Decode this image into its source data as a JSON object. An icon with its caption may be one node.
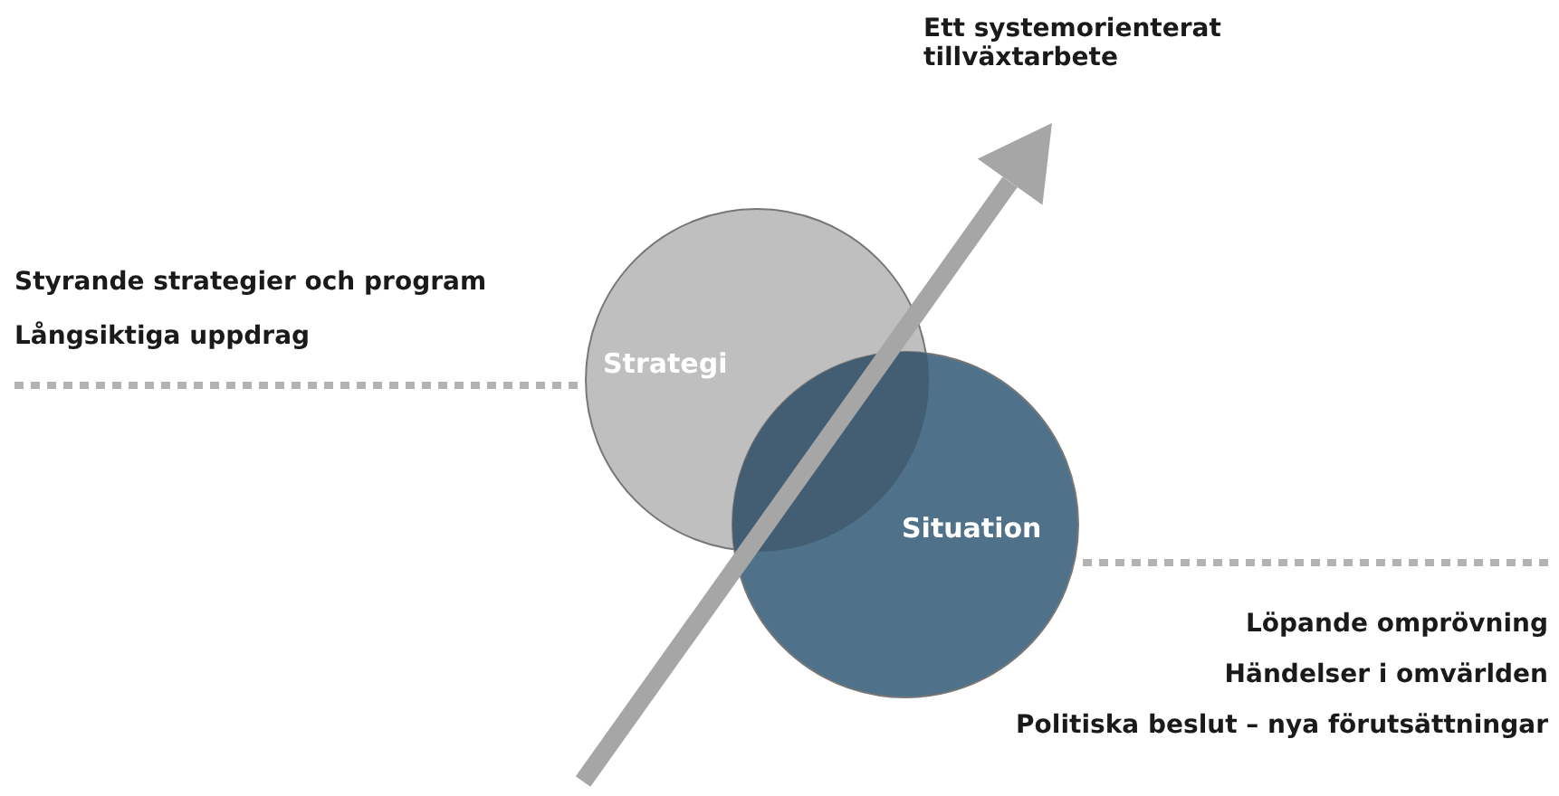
{
  "diagram": {
    "nodes": [
      {
        "text": [
          "Strategi"
        ]
      },
      {
        "text": [
          "Situation"
        ]
      },
      {
        "text": [
          "Ett systemorienterat tillväxtarbete"
        ]
      },
      {
        "text": [
          "Styrande strategier och program",
          "Långsiktiga uppdrag"
        ]
      },
      {
        "text": [
          "Löpande omprövning",
          "Händelser i omvärlden",
          "Politiska beslut – nya förutsättningar"
        ]
      }
    ],
    "edges": [
      {
        "from": null,
        "to": 2,
        "arrow": "to",
        "style": "thick"
      },
      {
        "from": 3,
        "to": 0,
        "arrow": "none",
        "style": "dashed",
        "color": "#b3b3b3"
      },
      {
        "from": 4,
        "to": 1,
        "arrow": "none",
        "style": "dashed",
        "color": "#b3b3b3"
      }
    ]
  }
}
